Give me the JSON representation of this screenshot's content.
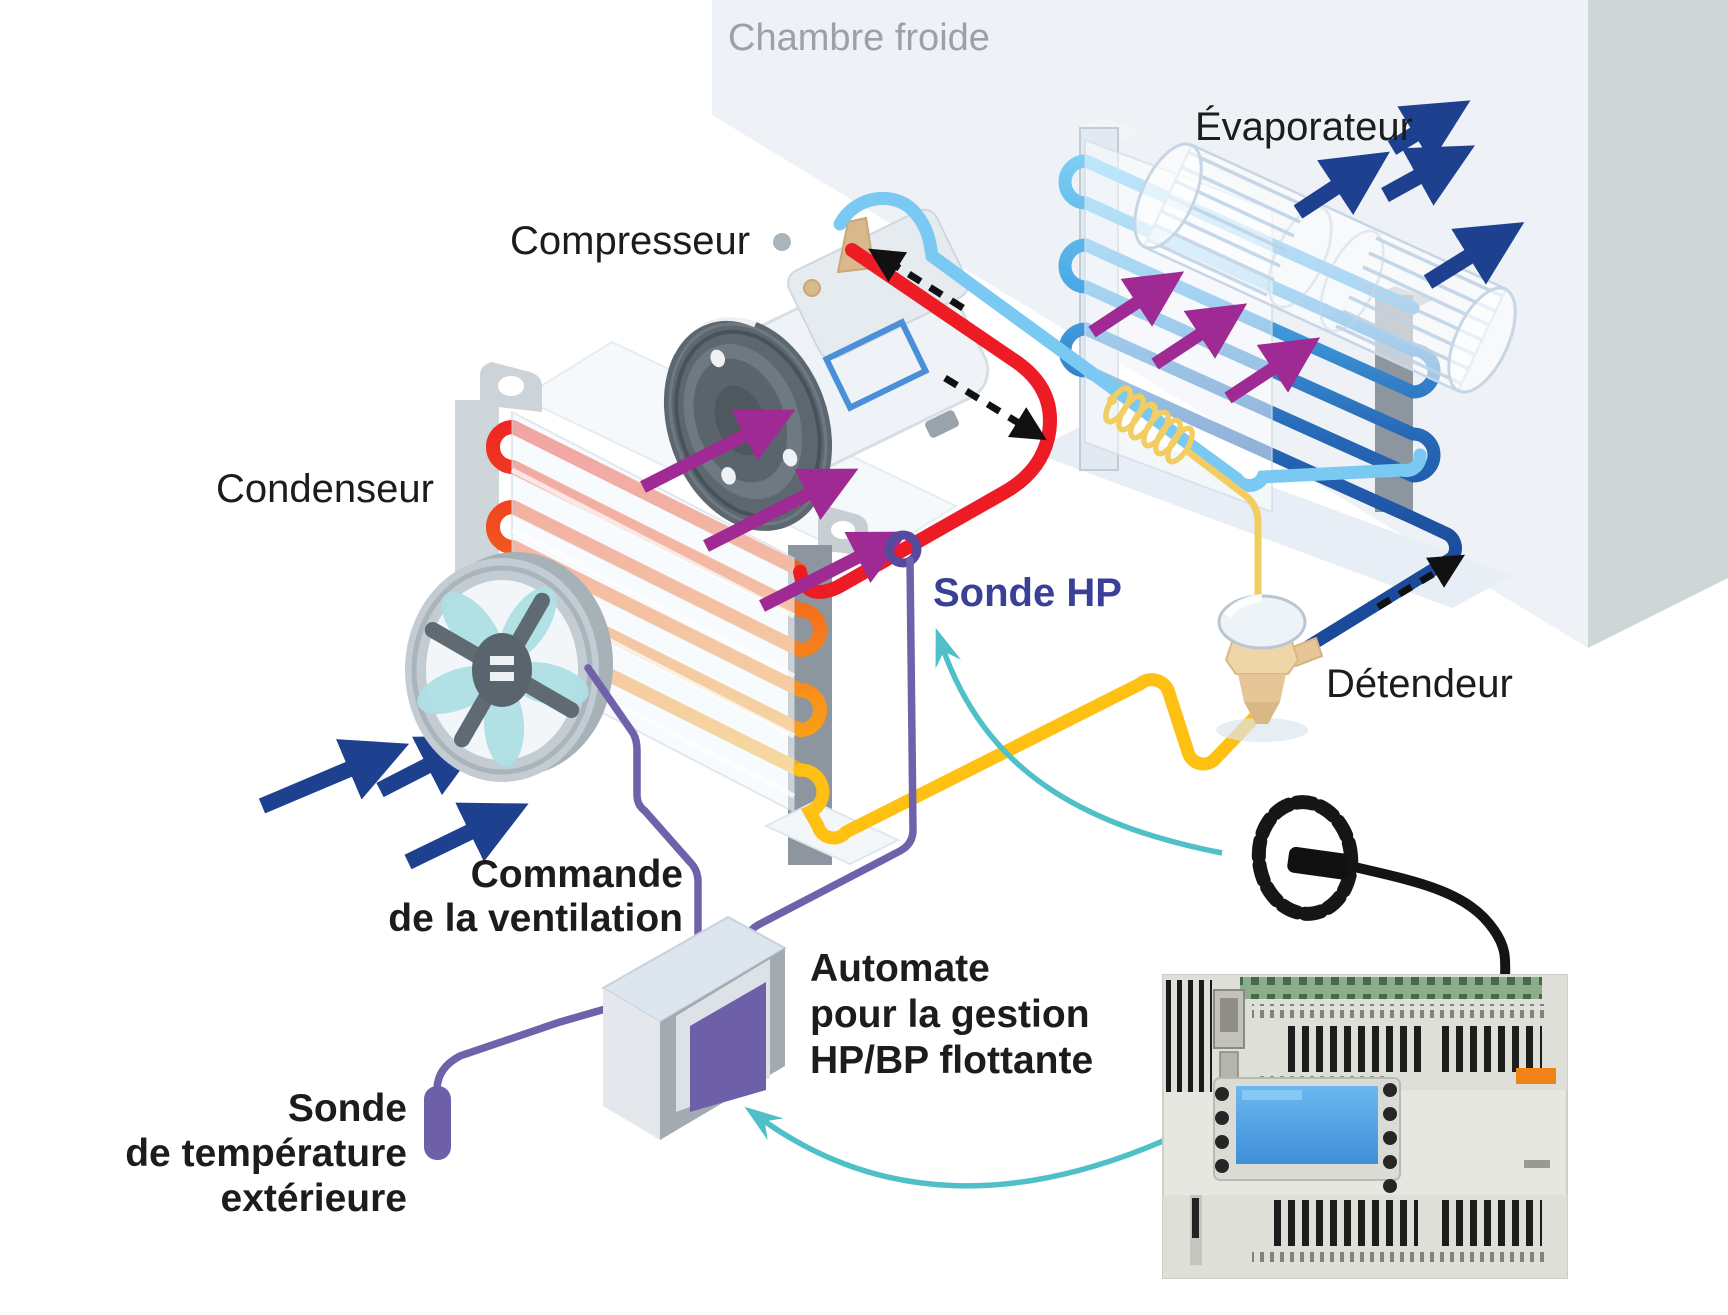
{
  "diagram_title": "Chambre froide",
  "labels": {
    "cold_room": "Chambre froide",
    "evaporator": "Évaporateur",
    "compressor": "Compresseur",
    "condenser": "Condenseur",
    "hp_sensor": "Sonde HP",
    "expansion_valve": "Détendeur",
    "fan_control": [
      "Commande",
      "de la ventilation"
    ],
    "plc_caption": [
      "Automate",
      "pour la gestion",
      "HP/BP flottante"
    ],
    "outdoor_sensor": [
      "Sonde",
      "de température",
      "extérieure"
    ]
  },
  "colors": {
    "hot_pipe": "#ed1c24",
    "warm_pipe": "#f6821c",
    "liquid_pipe": "#fdc013",
    "suction_pipe": "#79c9f2",
    "cold_pipe": "#1d4f9e",
    "capillary": "#f2cd62",
    "air_arrow": "#1e418f",
    "heat_arrow": "#a02a93",
    "callout_arrow": "#4fc0c8",
    "sensor_wire": "#6f62ab",
    "hp_label": "#3a4095",
    "wall_light": "#eef1f6",
    "wall_dark": "#cfd6d8",
    "label_text": "#1c1c1c",
    "cold_room_text": "#9ba1a8"
  }
}
